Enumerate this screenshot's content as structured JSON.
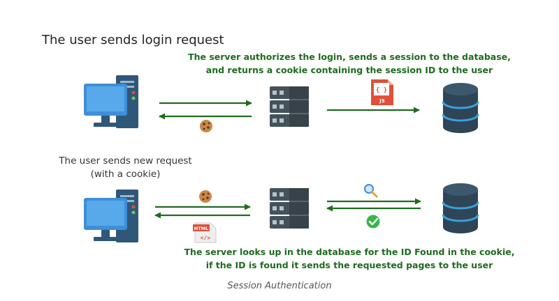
{
  "texts": {
    "login_request": "The user sends login request",
    "authorize_line1": "The server authorizes the login, sends a session to the database,",
    "authorize_line2": "and returns a cookie containing the session ID to the user",
    "new_request_line1": "The user sends new request",
    "new_request_line2": "(with a cookie)",
    "lookup_line1": "The server looks up in the database for the ID Found in the cookie,",
    "lookup_line2": "if the ID is found it sends the requested pages to the user",
    "caption": "Session Authentication"
  },
  "icons": {
    "js_file_label": "JS",
    "js_file_braces": "{ }",
    "html_file_label": "HTML",
    "html_file_tag": "</>"
  },
  "colors": {
    "arrow": "#1e6b1e",
    "note_text": "#1e6b1e",
    "monitor": "#3f8ed6",
    "tower": "#2f5779",
    "server": "#45525a",
    "database": "#2e4557",
    "database_ring": "#3aa0dd",
    "cookie": "#c8874a",
    "check": "#3bb54a",
    "file_red": "#e0503a"
  }
}
